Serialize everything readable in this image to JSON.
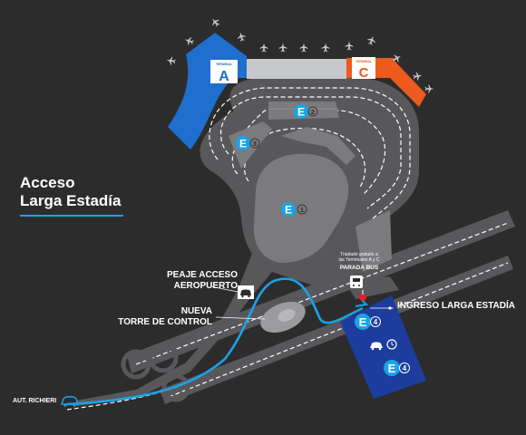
{
  "title": {
    "line1": "Acceso",
    "line2": "Larga Estadía"
  },
  "labels": {
    "peaje_line1": "PEAJE ACCESO",
    "peaje_line2": "AEROPUERTO",
    "torre_line1": "NUEVA",
    "torre_line2": "TORRE DE CONTROL",
    "ingreso": "INGRESO LARGA ESTADÍA",
    "autopista": "AUT. RICHIERI",
    "traslado_line1": "Traslado gratuito a",
    "traslado_line2": "las Terminales A y C",
    "parada": "PARADA BUS"
  },
  "terminals": [
    {
      "letter": "A",
      "caption": "TERMINAL",
      "color": "#1e6fcf"
    },
    {
      "letter": "C",
      "caption": "TERMINAL",
      "color": "#ec5a1e"
    }
  ],
  "parkings": [
    {
      "letter": "E",
      "number": "1"
    },
    {
      "letter": "E",
      "number": "2"
    },
    {
      "letter": "E",
      "number": "3"
    },
    {
      "letter": "E",
      "number": "4"
    },
    {
      "letter": "E",
      "number": "4"
    }
  ],
  "colors": {
    "background": "#2d2c2d",
    "road": "#58585b",
    "lot": "#7b7b7e",
    "route": "#1aa3e6",
    "long_stay": "#1c3d9e",
    "terminal_a": "#1e6fcf",
    "terminal_c": "#ec5a1e",
    "bus_stop": "#e2202a"
  },
  "icons": [
    "airplane-icon",
    "car-icon",
    "bus-icon",
    "clock-icon",
    "control-tower-icon"
  ]
}
